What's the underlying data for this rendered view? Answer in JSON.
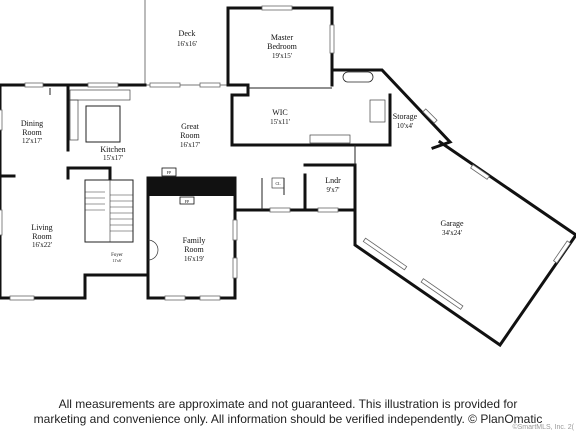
{
  "rooms": {
    "deck": {
      "name": "Deck",
      "size": "16'x16'"
    },
    "master_bedroom": {
      "name_line1": "Master",
      "name_line2": "Bedroom",
      "size": "19'x15'"
    },
    "dining_room": {
      "name_line1": "Dining",
      "name_line2": "Room",
      "size": "12'x17'"
    },
    "kitchen": {
      "name": "Kitchen",
      "size": "15'x17'"
    },
    "great_room": {
      "name_line1": "Great",
      "name_line2": "Room",
      "size": "16'x17'"
    },
    "wic": {
      "name": "WIC",
      "size": "15'x11'"
    },
    "storage": {
      "name": "Storage",
      "size": "10'x4'"
    },
    "laundry": {
      "name": "Lndr",
      "size": "9'x7'"
    },
    "garage": {
      "name": "Garage",
      "size": "34'x24'"
    },
    "living_room": {
      "name_line1": "Living",
      "name_line2": "Room",
      "size": "16'x22'"
    },
    "foyer": {
      "name": "Foyer",
      "size": "11'x6'"
    },
    "family_room": {
      "name_line1": "Family",
      "name_line2": "Room",
      "size": "16'x19'"
    }
  },
  "labels": {
    "fireplace_1": "FP",
    "fireplace_2": "FP",
    "closet": "CL"
  },
  "disclaimer": {
    "line1": "All measurements are approximate and not guaranteed. This illustration is provided for",
    "line2": "marketing and convenience only. All information should be verified independently. © PlanOmatic"
  },
  "copyright": "©SmartMLS, Inc. 2("
}
